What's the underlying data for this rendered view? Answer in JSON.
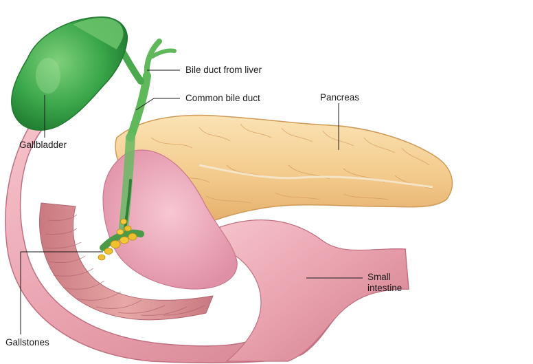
{
  "labels": {
    "bile_duct_from_liver": "Bile duct from liver",
    "common_bile_duct": "Common bile duct",
    "pancreas": "Pancreas",
    "gallbladder": "Gallbladder",
    "small_intestine_line1": "Small",
    "small_intestine_line2": "intestine",
    "gallstones": "Gallstones"
  },
  "colors": {
    "background": "#ffffff",
    "gallbladder": "#3aa64a",
    "bile_duct": "#5fb85a",
    "pancreas": "#f2c98a",
    "intestine": "#e8a0ad",
    "intestine_inner": "#d98a8f",
    "gallstones": "#f0c030",
    "leader_line": "#1a1a1a"
  },
  "icons": {
    "gallbladder": "gallbladder-organ-icon",
    "pancreas": "pancreas-organ-icon",
    "intestine": "small-intestine-organ-icon",
    "gallstones": "gallstones-icon"
  }
}
